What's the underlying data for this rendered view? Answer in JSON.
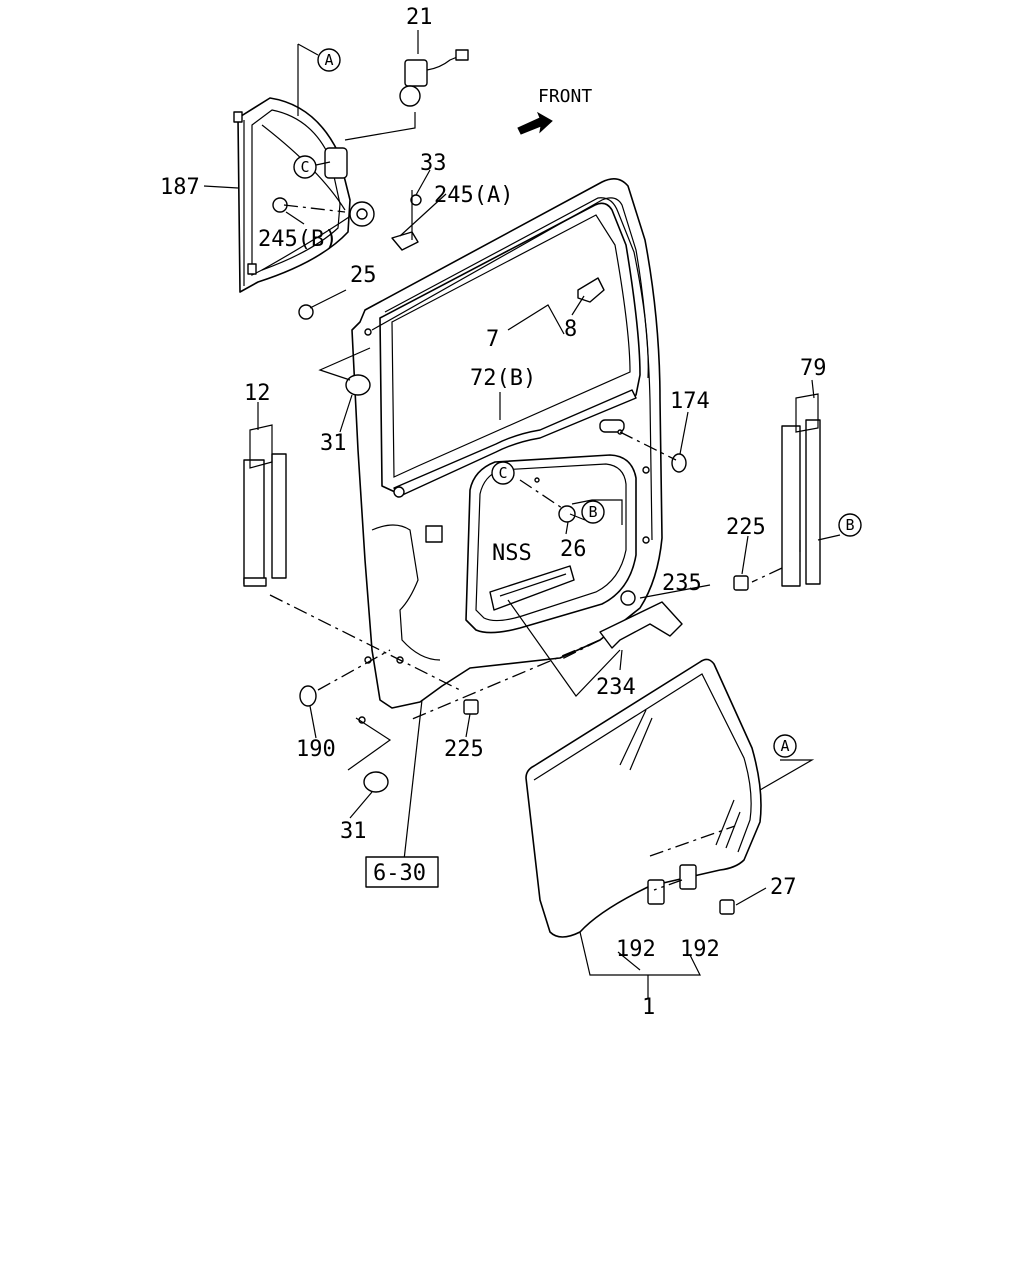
{
  "diagram": {
    "direction_label": "FRONT",
    "reference_box": "6-30",
    "part_callouts": [
      "21",
      "33",
      "245(A)",
      "187",
      "245(B)",
      "25",
      "7",
      "8",
      "72(B)",
      "174",
      "79",
      "12",
      "31",
      "26",
      "NSS",
      "225",
      "235",
      "234",
      "190",
      "225",
      "31",
      "27",
      "192",
      "192",
      "1"
    ],
    "circle_markers": [
      "A",
      "C",
      "C",
      "B",
      "B",
      "A"
    ]
  }
}
